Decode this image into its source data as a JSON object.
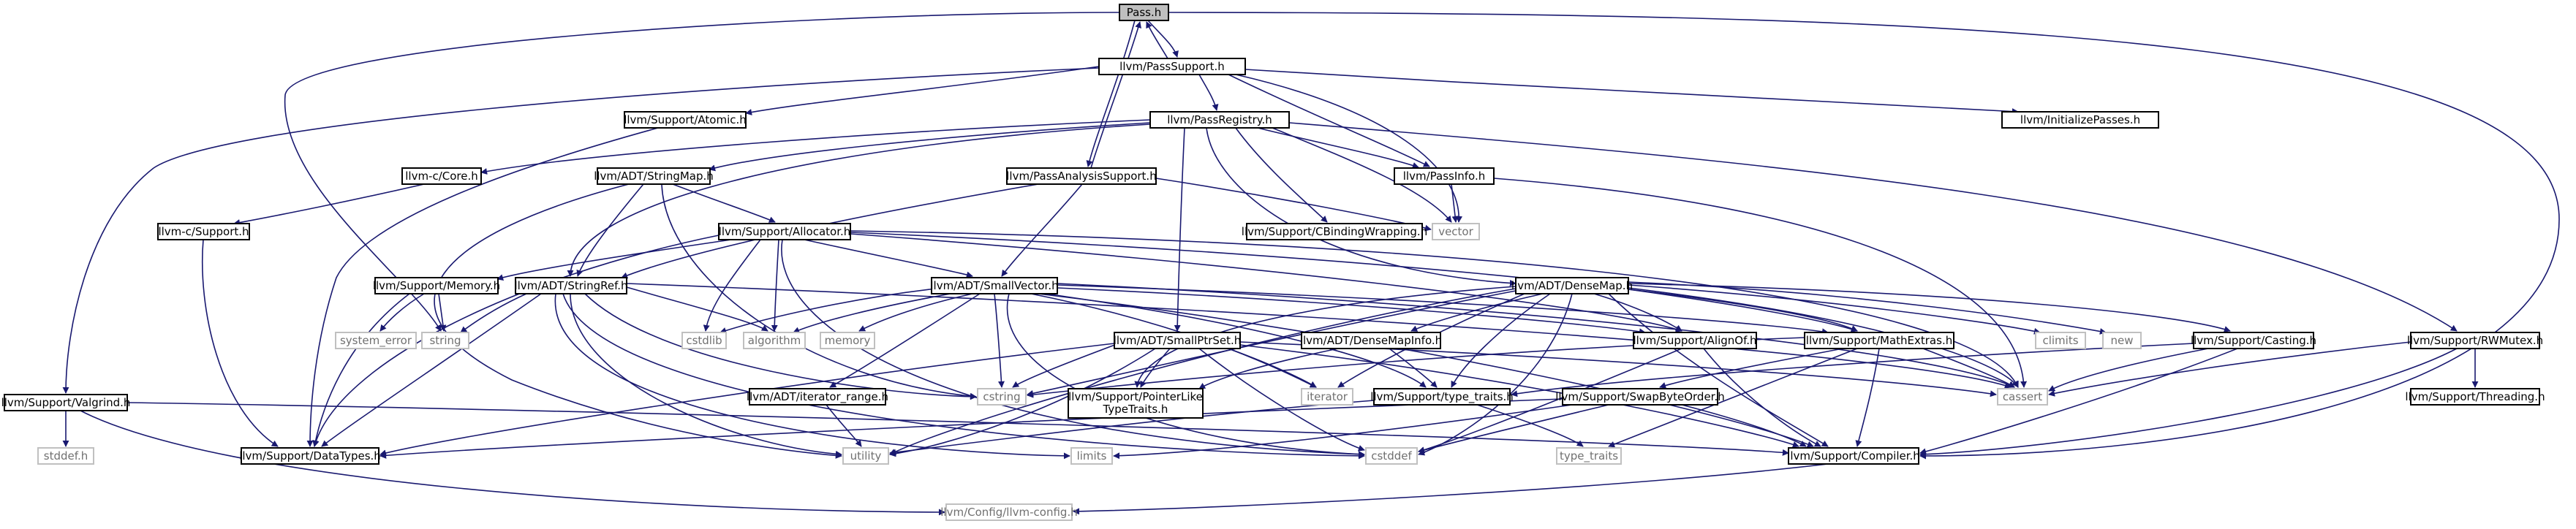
{
  "graph": {
    "colors": {
      "edge": "#191970",
      "root_fill": "#bfbfbf",
      "node_border": "#000000",
      "ghost_border": "#c0c0c0",
      "ghost_text": "#707070"
    },
    "nodes": {
      "pass": "Pass.h",
      "passsupport": "llvm/PassSupport.h",
      "atomic": "llvm/Support/Atomic.h",
      "passregistry": "llvm/PassRegistry.h",
      "initpasses": "llvm/InitializePasses.h",
      "valgrind": "llvm/Support/Valgrind.h",
      "stddef": "stddef.h",
      "corec": "llvm-c/Core.h",
      "supportc": "llvm-c/Support.h",
      "stringmap": "llvm/ADT/StringMap.h",
      "passanalysis": "llvm/PassAnalysisSupport.h",
      "passinfo": "llvm/PassInfo.h",
      "cbinding": "llvm/Support/CBindingWrapping.h",
      "vector": "vector",
      "allocator": "llvm/Support/Allocator.h",
      "memoryh": "llvm/Support/Memory.h",
      "stringref": "llvm/ADT/StringRef.h",
      "smallvector": "llvm/ADT/SmallVector.h",
      "densemap": "llvm/ADT/DenseMap.h",
      "casting": "llvm/Support/Casting.h",
      "rwmutex": "llvm/Support/RWMutex.h",
      "systemerror": "system_error",
      "string": "string",
      "cstdlib": "cstdlib",
      "algorithm": "algorithm",
      "memory": "memory",
      "climits": "climits",
      "new": "new",
      "smallptrset": "llvm/ADT/SmallPtrSet.h",
      "densemapinfo": "llvm/ADT/DenseMapInfo.h",
      "alignof": "llvm/Support/AlignOf.h",
      "mathextras": "llvm/Support/MathExtras.h",
      "iteratorrange": "llvm/ADT/iterator_range.h",
      "cstring": "cstring",
      "iterator": "iterator",
      "pointerlike_1": "llvm/Support/PointerLike",
      "pointerlike_2": "TypeTraits.h",
      "typetraits": "llvm/Support/type_traits.h",
      "swapbyteorder": "llvm/Support/SwapByteOrder.h",
      "cassert": "cassert",
      "threading": "llvm/Support/Threading.h",
      "datatypes": "llvm/Support/DataTypes.h",
      "utility": "utility",
      "limits": "limits",
      "cstddef": "cstddef",
      "stdtypetraits": "type_traits",
      "compiler": "llvm/Support/Compiler.h",
      "llvmconfig": "llvm/Config/llvm-config.h"
    }
  }
}
